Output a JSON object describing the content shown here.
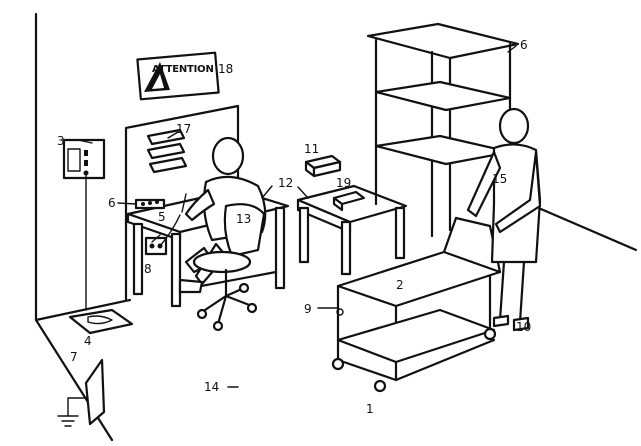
{
  "sign": {
    "text": "ATTENTION"
  },
  "labels": {
    "l1": "1",
    "l2": "2",
    "l3": "3",
    "l4": "4",
    "l5": "5",
    "l6a": "6",
    "l6b": "6",
    "l7": "7",
    "l8": "8",
    "l9": "9",
    "l10": "10",
    "l11": "11",
    "l12": "12",
    "l13": "13",
    "l14": "14",
    "l15": "15",
    "l17": "17",
    "l18": "18",
    "l19": "19"
  },
  "colors": {
    "line": "#111111",
    "background": "#ffffff"
  }
}
